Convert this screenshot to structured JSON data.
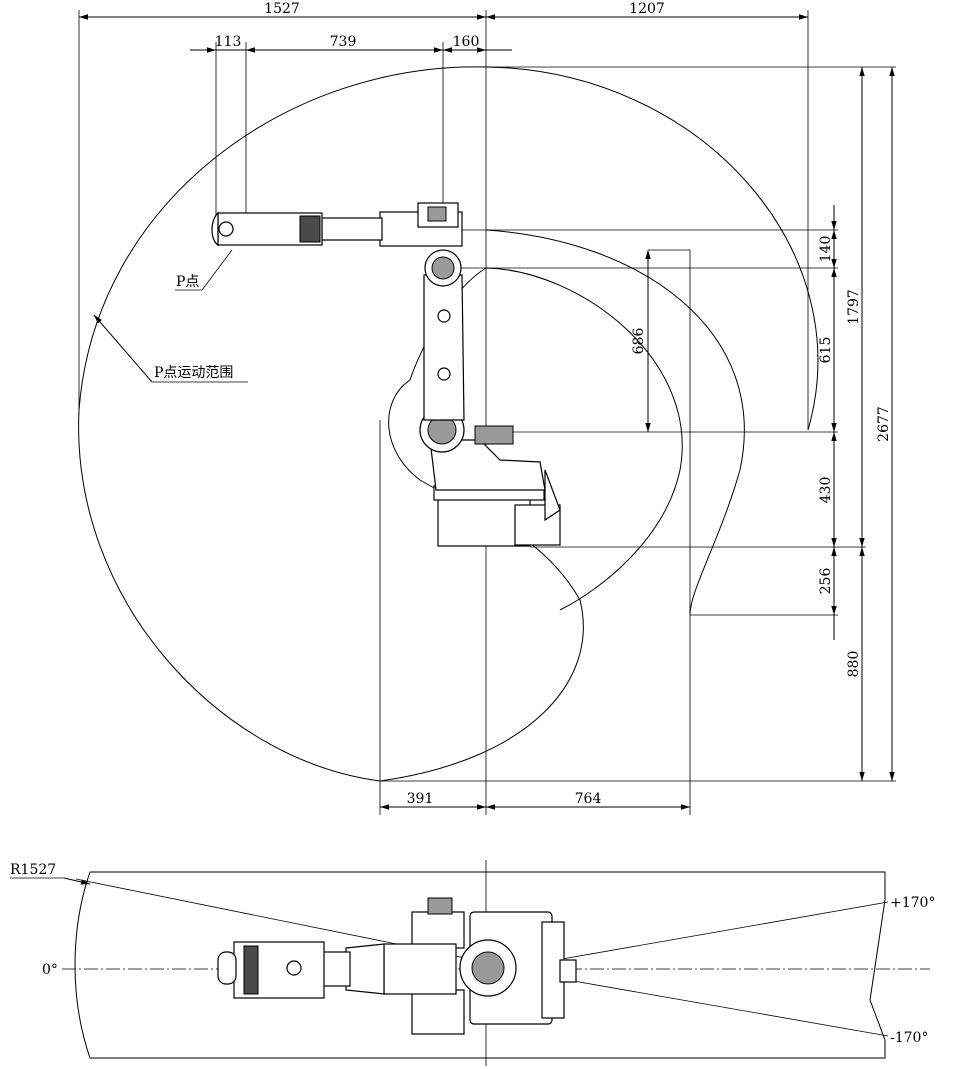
{
  "side_view": {
    "dimensions_top": [
      "1527",
      "1207"
    ],
    "dimensions_upper": [
      "113",
      "739",
      "160"
    ],
    "dimensions_right_inner": [
      "140",
      "615",
      "430",
      "256"
    ],
    "dimension_686": "686",
    "dimension_1797": "1797",
    "dimension_2677": "2677",
    "dimension_880": "880",
    "dimensions_bottom": [
      "391",
      "764"
    ],
    "label_p_point": "P点",
    "label_p_range": "P点运动范围"
  },
  "top_view": {
    "label_radius": "R1527",
    "label_zero": "0°",
    "label_plus": "+170°",
    "label_minus": "-170°"
  },
  "colors": {
    "line": "#000000",
    "background": "#ffffff"
  }
}
